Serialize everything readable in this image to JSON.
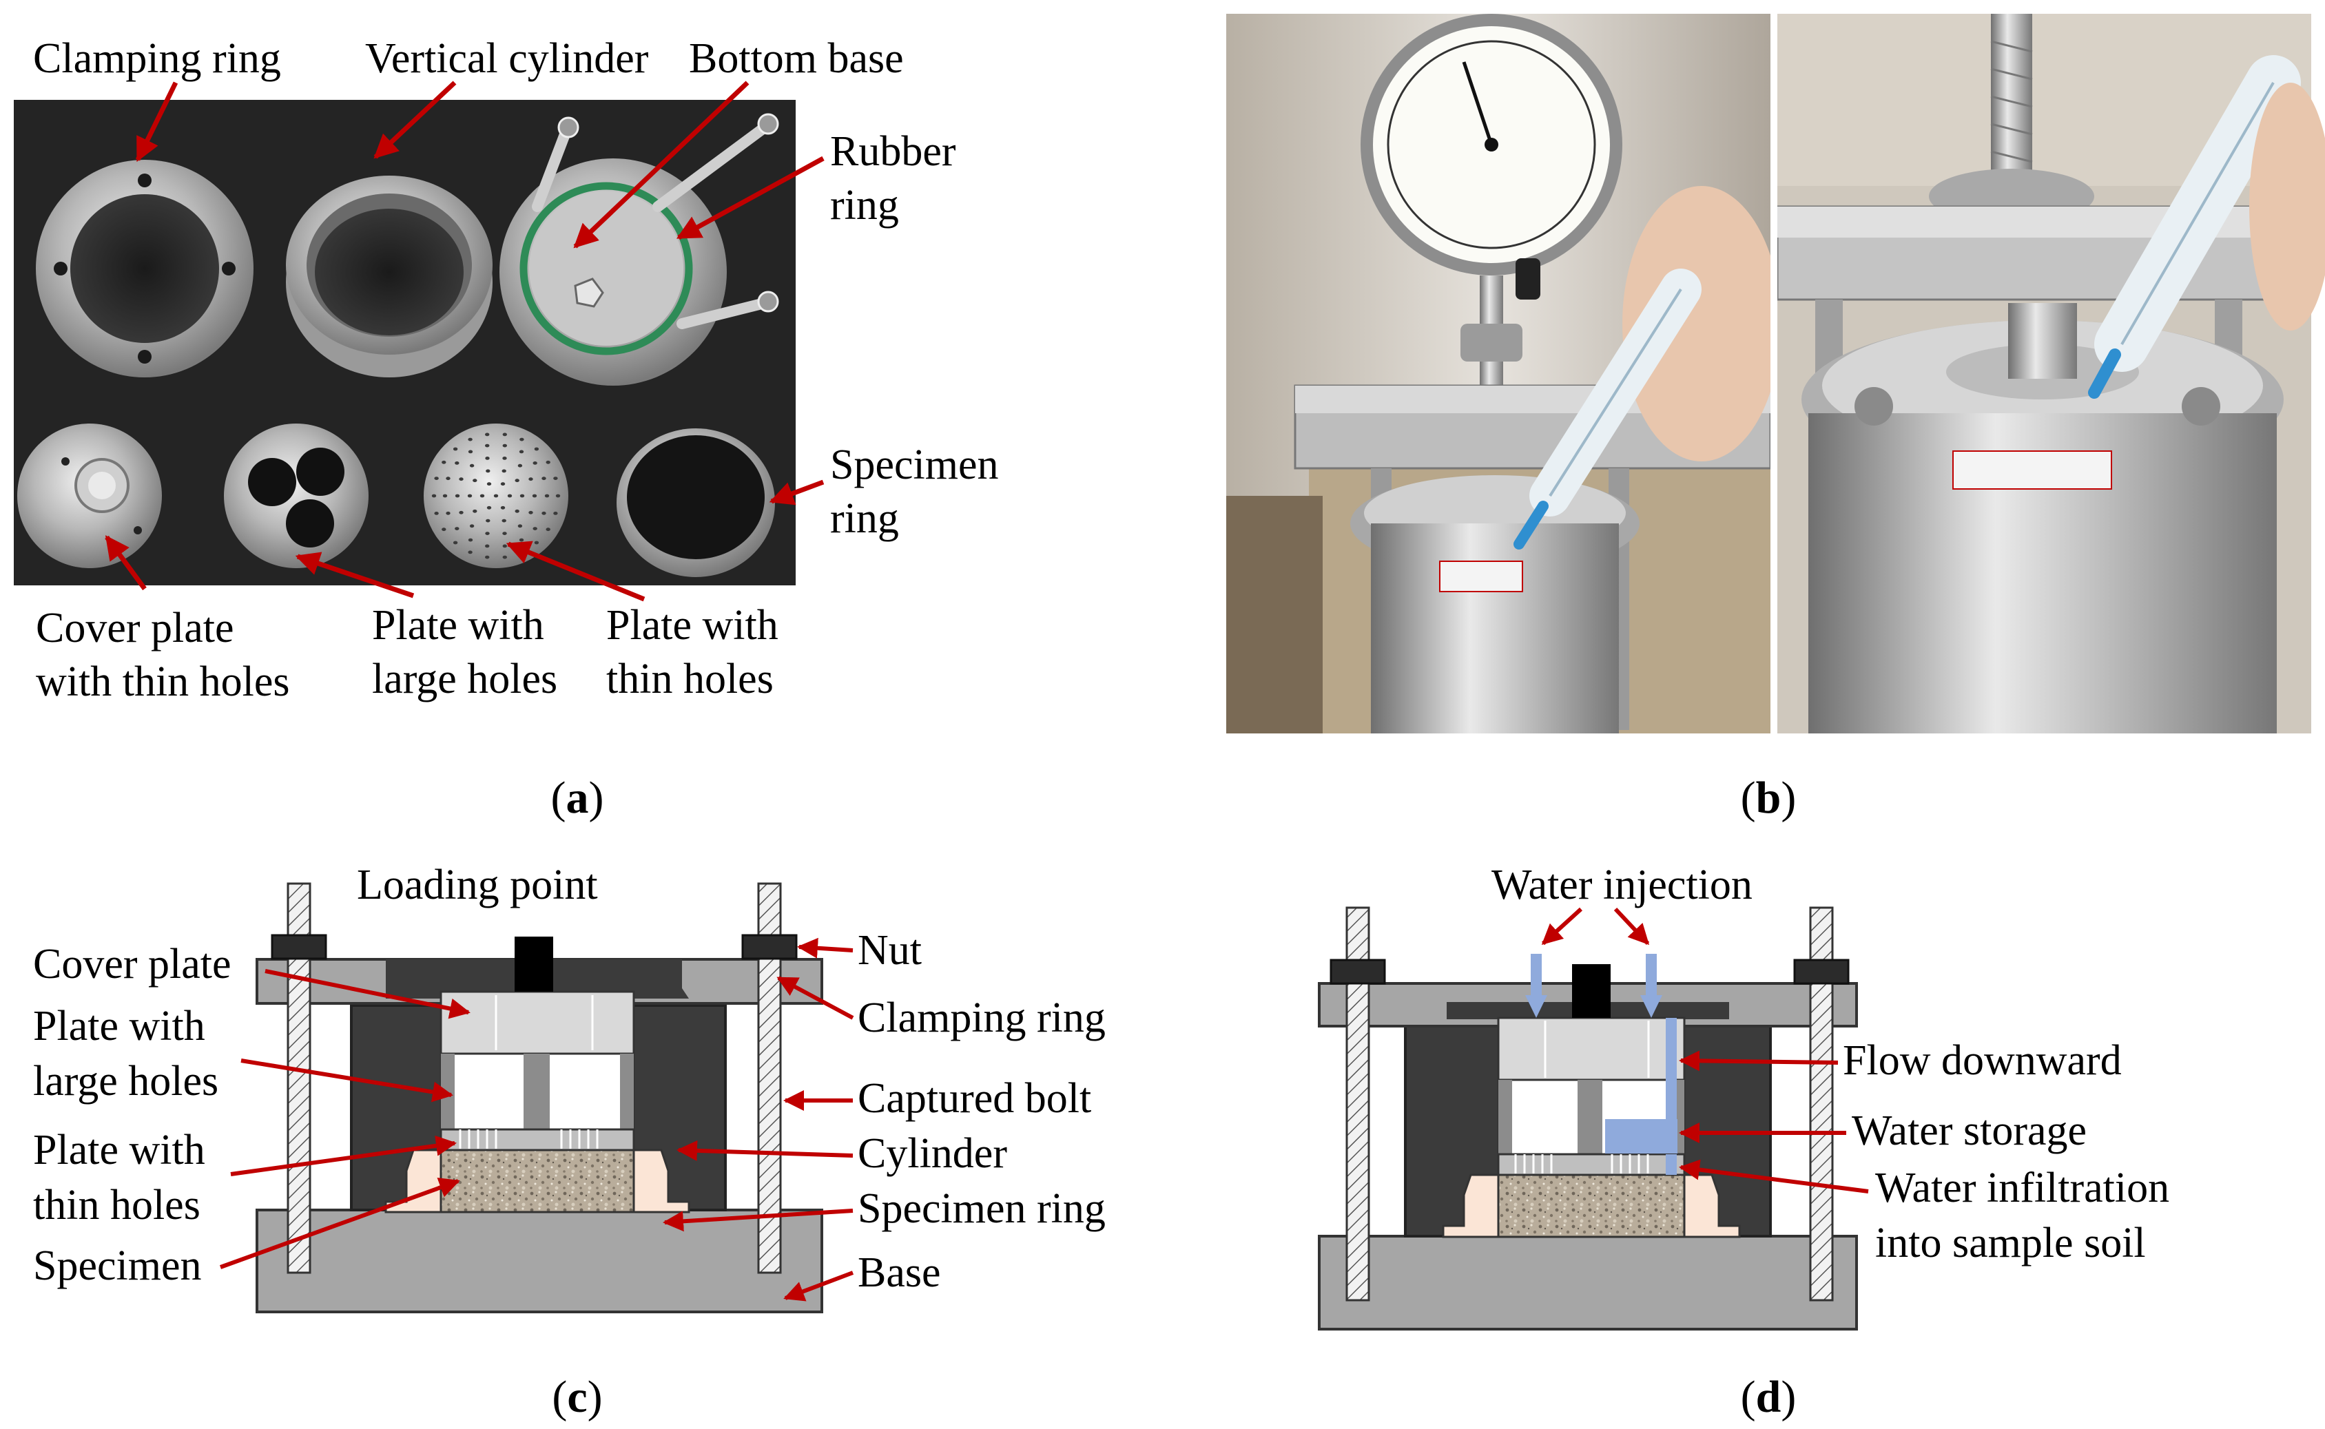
{
  "panel_a": {
    "labels": {
      "clamping_ring": "Clamping ring",
      "vertical_cylinder": "Vertical cylinder",
      "bottom_base": "Bottom base",
      "rubber_ring": [
        "Rubber",
        "ring"
      ],
      "specimen_ring": [
        "Specimen",
        "ring"
      ],
      "cover_plate": [
        "Cover plate",
        "with thin holes"
      ],
      "plate_large": [
        "Plate with",
        "large holes"
      ],
      "plate_thin": [
        "Plate with",
        "thin holes"
      ]
    },
    "caption": {
      "open": "(",
      "letter": "a",
      "close": ")"
    }
  },
  "panel_b": {
    "caption": {
      "open": "(",
      "letter": "b",
      "close": ")"
    }
  },
  "panel_c": {
    "labels": {
      "loading_point": "Loading point",
      "nut": "Nut",
      "cover_plate": "Cover plate",
      "clamping_ring": "Clamping ring",
      "plate_large": [
        "Plate with",
        "large holes"
      ],
      "captured_bolt": "Captured bolt",
      "plate_thin": [
        "Plate with",
        "thin holes"
      ],
      "cylinder": "Cylinder",
      "specimen_ring": "Specimen ring",
      "specimen": "Specimen",
      "base": "Base"
    },
    "caption": {
      "open": "(",
      "letter": "c",
      "close": ")"
    }
  },
  "panel_d": {
    "labels": {
      "water_injection": "Water injection",
      "flow_downward": "Flow downward",
      "water_storage": "Water storage",
      "water_infiltration": [
        "Water infiltration",
        "into sample soil"
      ]
    },
    "caption": {
      "open": "(",
      "letter": "d",
      "close": ")"
    }
  },
  "colors": {
    "arrow": "#c00000",
    "steel_dark": "#3b3b3b",
    "steel_mid": "#a6a6a6",
    "steel_light": "#d9d9d9",
    "soil": "#b5aa98",
    "specimen_ring": "#fbe5d6",
    "water": "#8faadc"
  }
}
